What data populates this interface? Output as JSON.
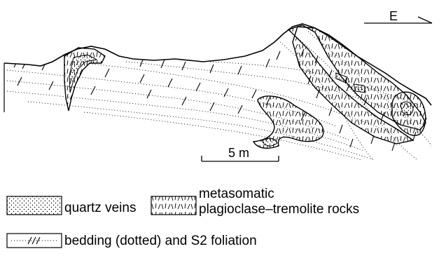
{
  "compass": {
    "label": "E"
  },
  "scale_bar": {
    "label": "5 m"
  },
  "legend": {
    "quartz_veins": "quartz veins",
    "metasomatic_line1": "metasomatic",
    "metasomatic_line2": "plagioclase–tremolite rocks",
    "bedding": "bedding (dotted) and S2 foliation"
  }
}
